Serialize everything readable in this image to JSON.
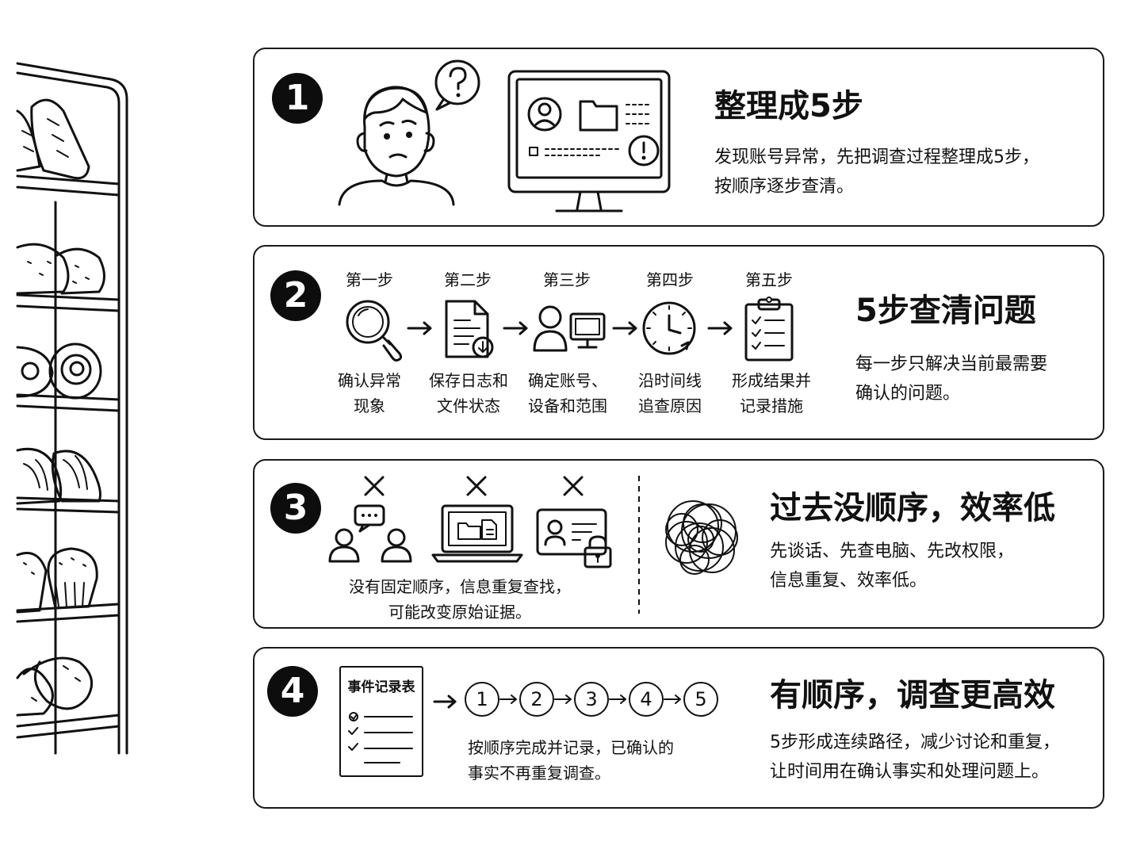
{
  "panels": [
    {
      "number": "1",
      "title": "整理成5步",
      "desc": [
        "发现账号异常，先把调查过程整理成5步，",
        "按顺序逐步查清。"
      ],
      "icons": [
        "confused-person-icon",
        "question-bubble-icon",
        "computer-monitor-alert-icon"
      ]
    },
    {
      "number": "2",
      "title": "5步查清问题",
      "desc": [
        "每一步只解决当前最需要",
        "确认的问题。"
      ],
      "steps": [
        {
          "label": "第一步",
          "caption": [
            "确认异常",
            "现象"
          ],
          "icon": "magnifier-icon"
        },
        {
          "label": "第二步",
          "caption": [
            "保存日志和",
            "文件状态"
          ],
          "icon": "document-download-icon"
        },
        {
          "label": "第三步",
          "caption": [
            "确定账号、",
            "设备和范围"
          ],
          "icon": "user-monitor-icon"
        },
        {
          "label": "第四步",
          "caption": [
            "沿时间线",
            "追查原因"
          ],
          "icon": "clock-icon"
        },
        {
          "label": "第五步",
          "caption": [
            "形成结果并",
            "记录措施"
          ],
          "icon": "checklist-clipboard-icon"
        }
      ]
    },
    {
      "number": "3",
      "title": "过去没顺序，效率低",
      "desc": [
        "先谈话、先查电脑、先改权限，",
        "信息重复、效率低。"
      ],
      "caption": [
        "没有固定顺序，信息重复查找，",
        "可能改变原始证据。"
      ],
      "icons": [
        "people-talking-icon",
        "laptop-files-icon",
        "id-card-lock-icon",
        "tangled-loops-icon"
      ]
    },
    {
      "number": "4",
      "title": "有顺序，调查更高效",
      "desc": [
        "5步形成连续路径，减少讨论和重复，",
        "让时间用在确认事实和处理问题上。"
      ],
      "form_title": "事件记录表",
      "sequence": [
        "1",
        "2",
        "3",
        "4",
        "5"
      ],
      "caption": [
        "按顺序完成并记录，已确认的",
        "事实不再重复调查。"
      ]
    }
  ],
  "colors": {
    "ink": "#111111",
    "background": "#ffffff"
  }
}
